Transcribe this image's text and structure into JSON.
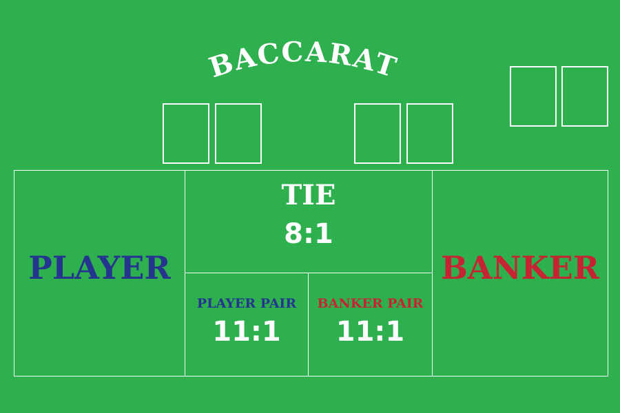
{
  "title": "BACCARAT",
  "colors": {
    "felt": "#2eb04f",
    "lines": "#ffffff",
    "player": "#24348f",
    "banker": "#c62433",
    "neutral": "#ffffff"
  },
  "bets": {
    "player": {
      "label": "PLAYER"
    },
    "banker": {
      "label": "BANKER"
    },
    "tie": {
      "label": "TIE",
      "payout": "8:1"
    },
    "player_pair": {
      "label": "PLAYER PAIR",
      "payout": "11:1"
    },
    "banker_pair": {
      "label": "BANKER PAIR",
      "payout": "11:1"
    }
  }
}
